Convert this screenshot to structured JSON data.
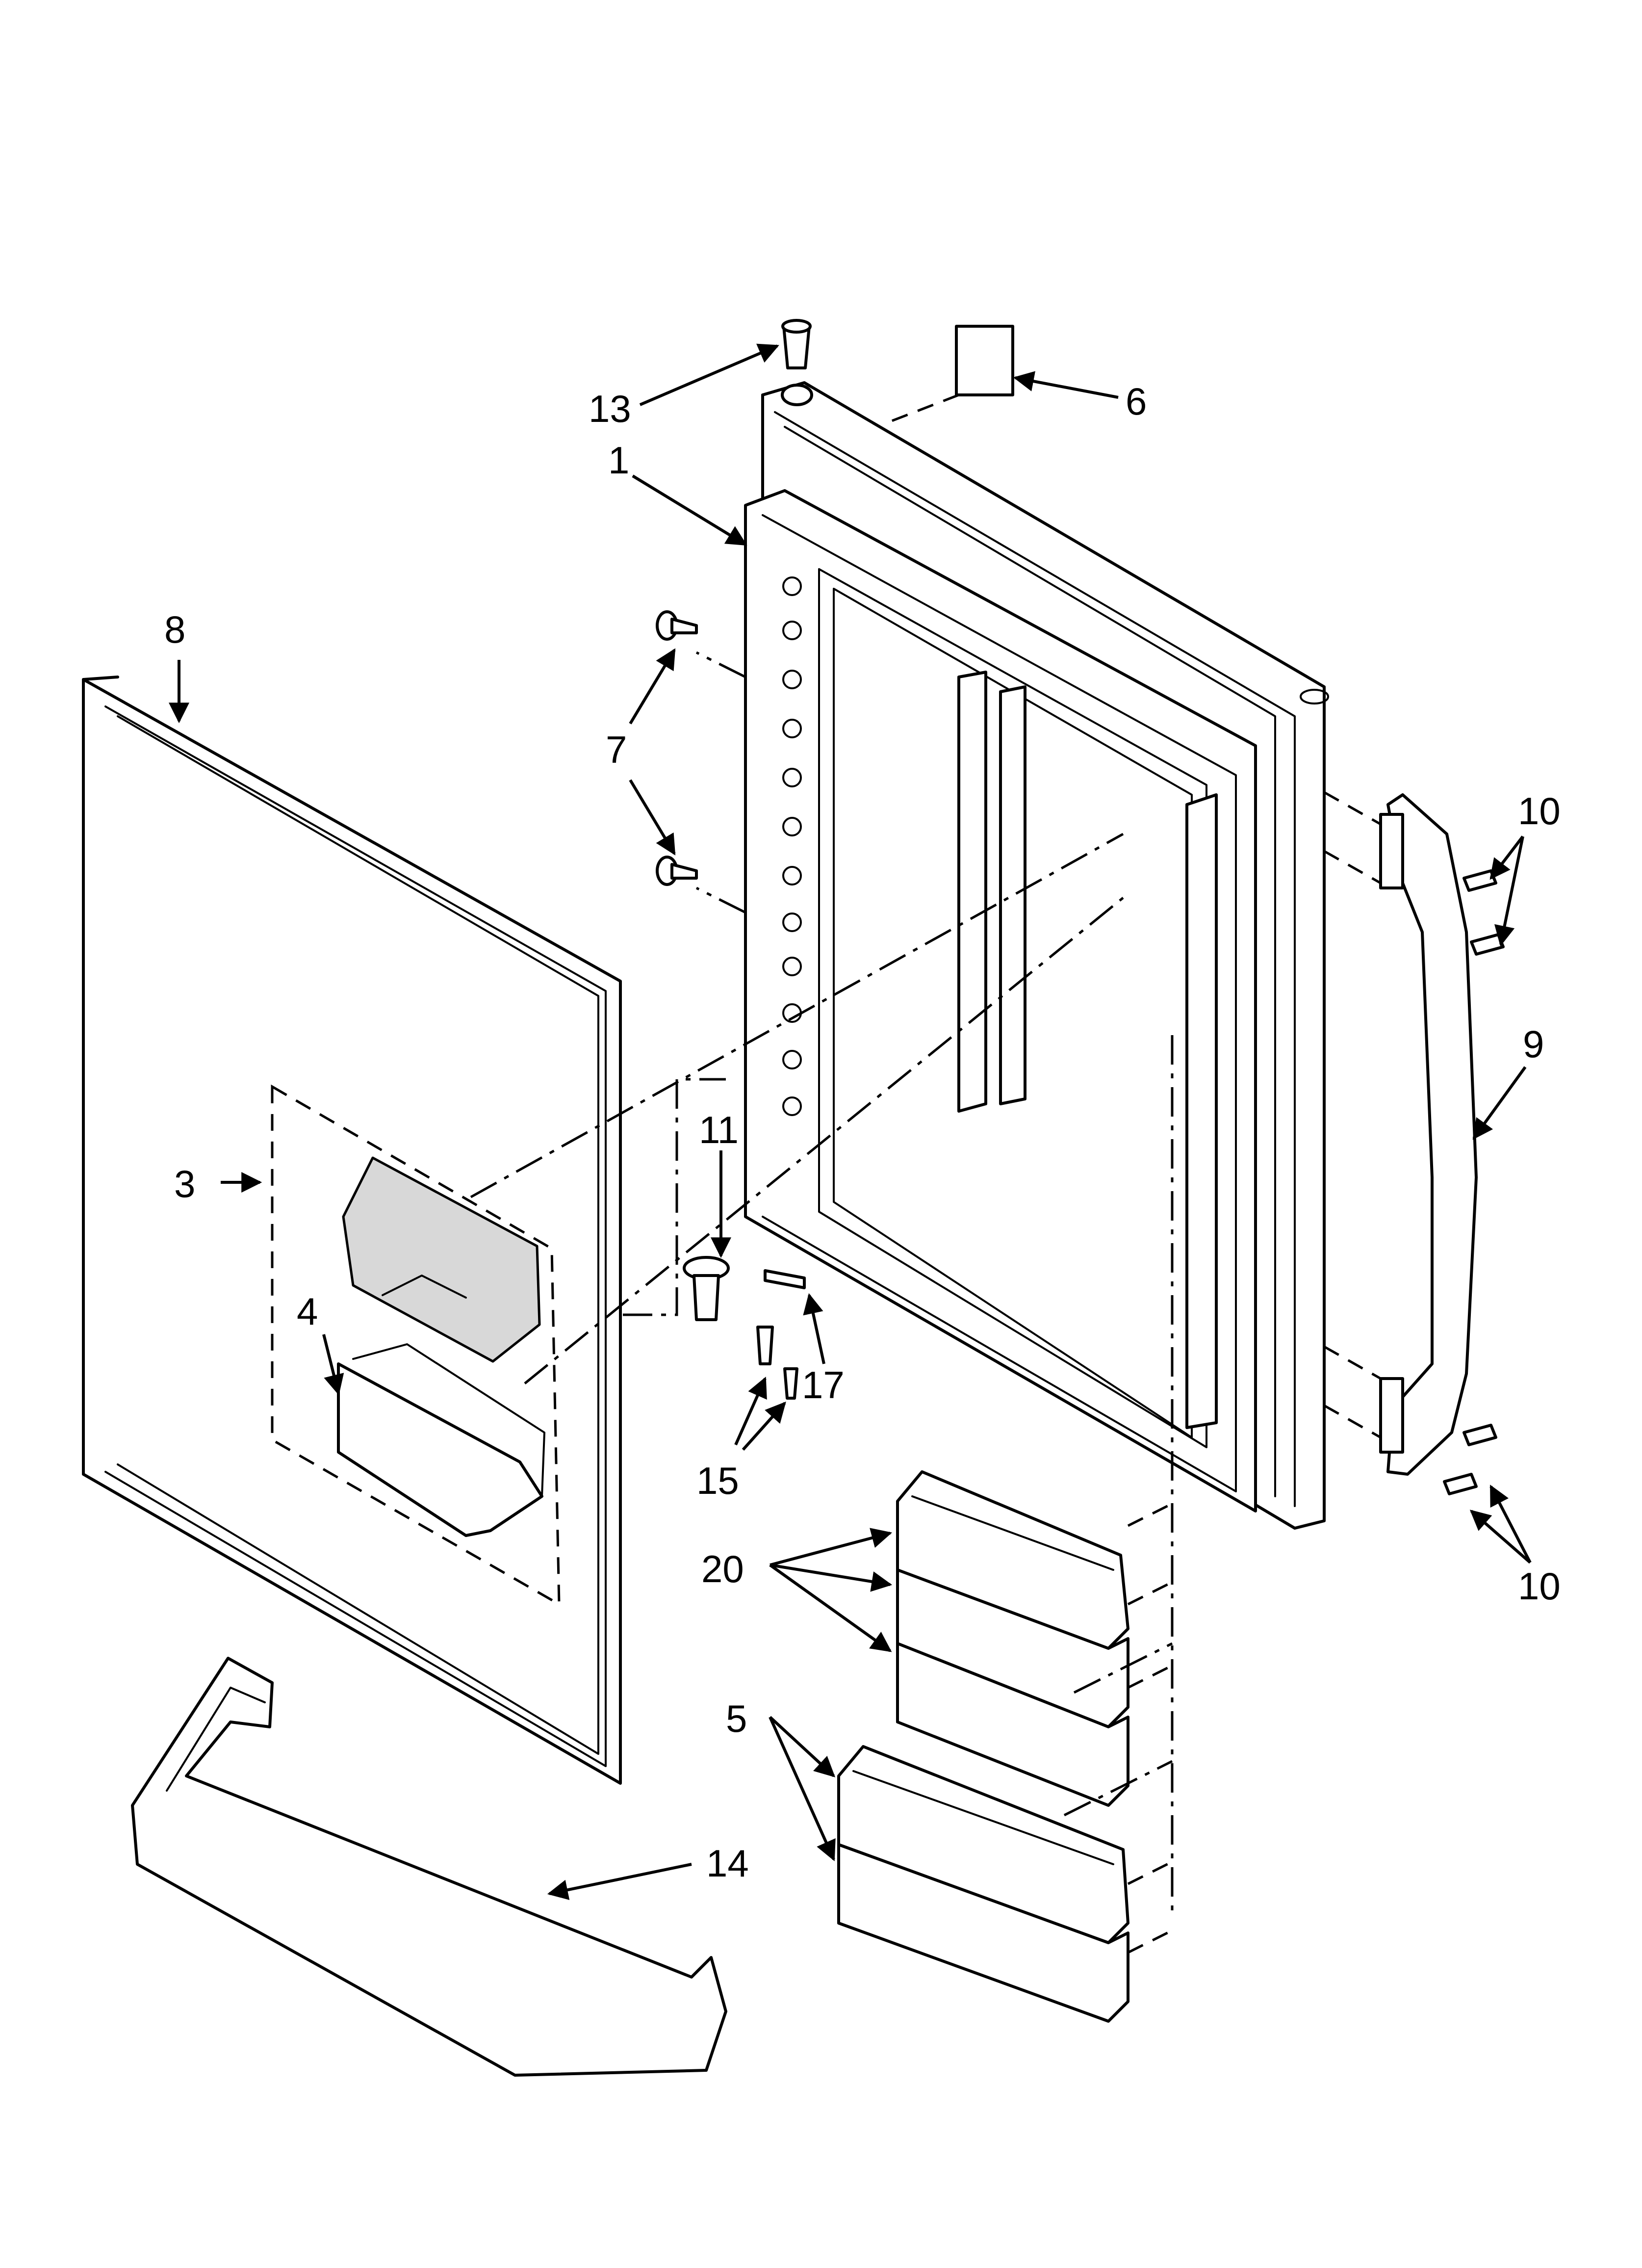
{
  "callouts": [
    {
      "id": "13",
      "label": "13"
    },
    {
      "id": "6",
      "label": "6"
    },
    {
      "id": "1",
      "label": "1"
    },
    {
      "id": "8",
      "label": "8"
    },
    {
      "id": "7",
      "label": "7"
    },
    {
      "id": "10a",
      "label": "10"
    },
    {
      "id": "9",
      "label": "9"
    },
    {
      "id": "11",
      "label": "11"
    },
    {
      "id": "3",
      "label": "3"
    },
    {
      "id": "4",
      "label": "4"
    },
    {
      "id": "17",
      "label": "17"
    },
    {
      "id": "15",
      "label": "15"
    },
    {
      "id": "20",
      "label": "20"
    },
    {
      "id": "10b",
      "label": "10"
    },
    {
      "id": "5",
      "label": "5"
    },
    {
      "id": "14",
      "label": "14"
    }
  ]
}
